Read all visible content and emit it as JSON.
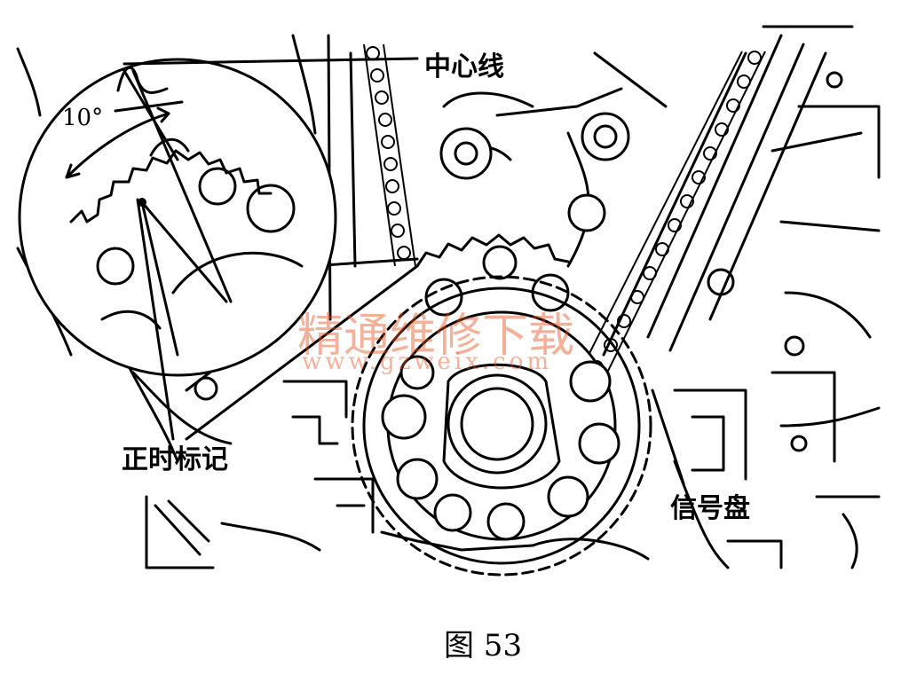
{
  "labels": {
    "center_line": "中心线",
    "angle": "10°",
    "timing_mark": "正时标记",
    "signal_plate": "信号盘"
  },
  "caption": "图 53",
  "watermark": {
    "title": "精通维修下载",
    "url": "www.gzweix.com",
    "color": "#e8541e"
  }
}
